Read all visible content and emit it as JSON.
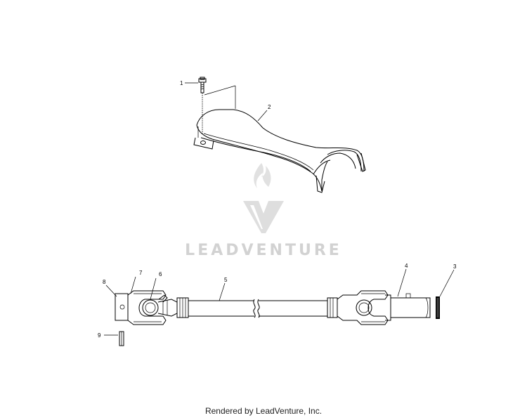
{
  "watermark": {
    "text": "LEADVENTURE"
  },
  "callouts": {
    "c1": "1",
    "c2": "2",
    "c3": "3",
    "c4": "4",
    "c5": "5",
    "c6": "6",
    "c7": "7",
    "c8": "8",
    "c9": "9"
  },
  "footer": {
    "text": "Rendered by LeadVenture, Inc."
  }
}
